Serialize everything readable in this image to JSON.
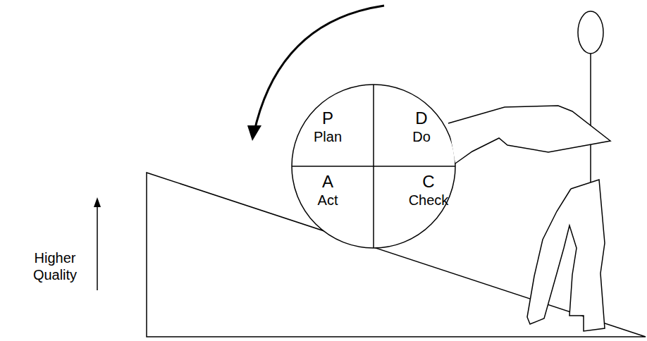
{
  "diagram": {
    "nodes": [
      {
        "text": [
          "P",
          "Plan"
        ]
      },
      {
        "text": [
          "D",
          "Do"
        ]
      },
      {
        "text": [
          "A",
          "Act"
        ]
      },
      {
        "text": [
          "C",
          "Check"
        ]
      }
    ],
    "labels": [
      "Higher Quality"
    ]
  }
}
